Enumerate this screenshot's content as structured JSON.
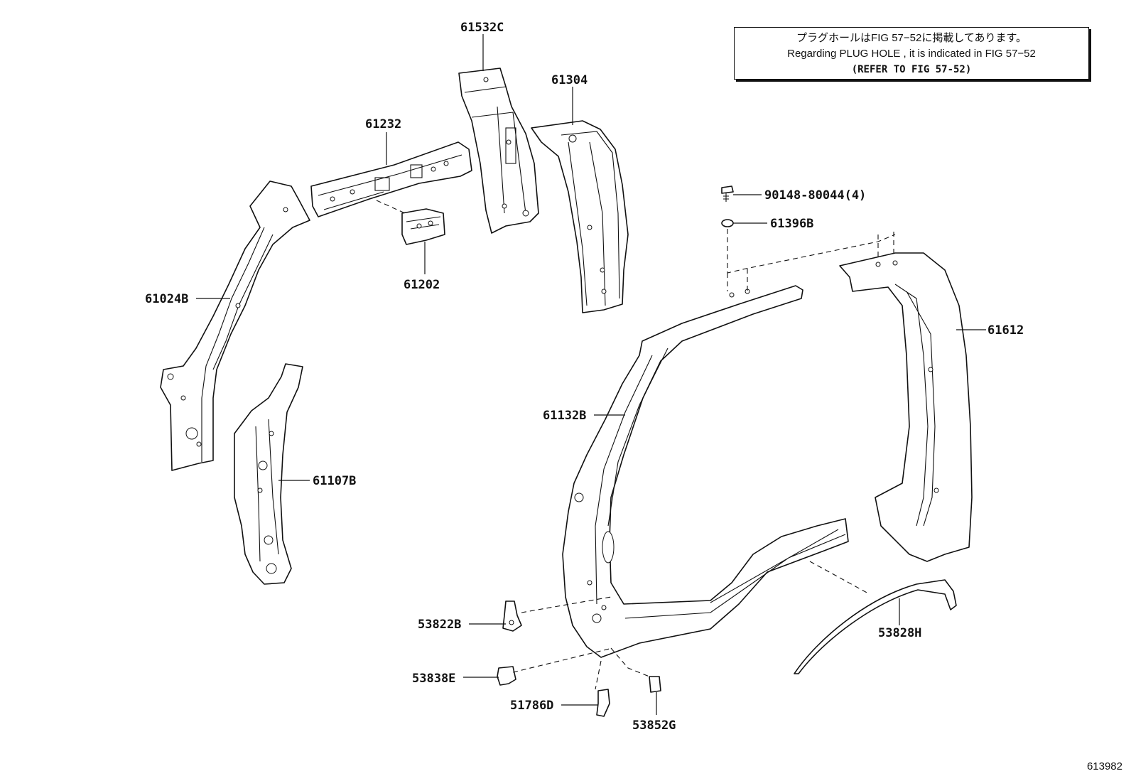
{
  "note": {
    "line_ja": "プラグホールはFIG 57−52に掲載してあります。",
    "line_en": "Regarding PLUG HOLE , it is indicated in FIG 57−52",
    "refer": "(REFER TO FIG 57-52)"
  },
  "parts": {
    "p61532C": "61532C",
    "p61304": "61304",
    "p61232": "61232",
    "p61202": "61202",
    "p61024B": "61024B",
    "p61107B": "61107B",
    "p90148": "90148-80044(4)",
    "p61396B": "61396B",
    "p61612": "61612",
    "p61132B": "61132B",
    "p53822B": "53822B",
    "p53838E": "53838E",
    "p51786D": "51786D",
    "p53852G": "53852G",
    "p53828H": "53828H"
  },
  "figure_id": "613982"
}
